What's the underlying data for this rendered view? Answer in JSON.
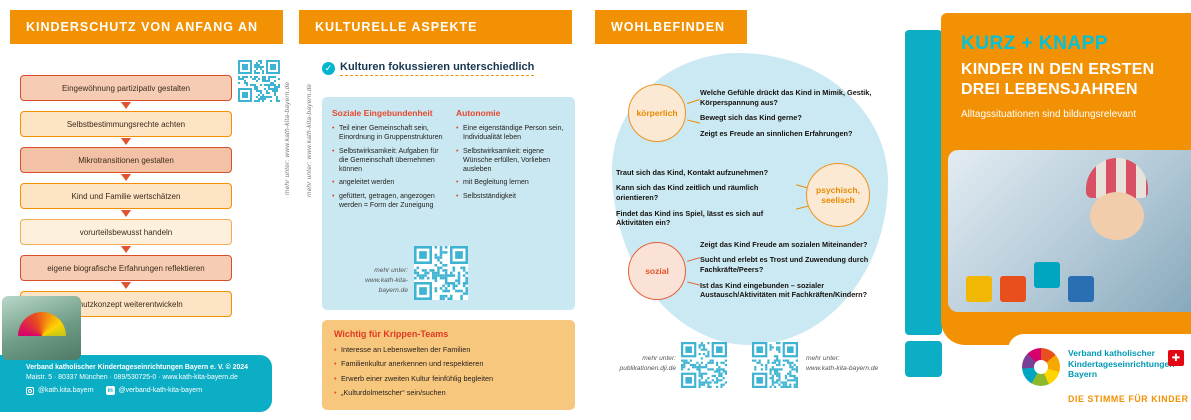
{
  "colors": {
    "orange": "#F29104",
    "teal": "#0BAEC4",
    "light_blue": "#CBE9F3",
    "red_accent": "#E5482C",
    "qr_blue": "#3FB4D2",
    "cover_kicker_teal": "#00C3DA"
  },
  "panel1": {
    "header": "KINDERSCHUTZ VON ANFANG AN",
    "qr_vertical_caption": "mehr unter: www.kath-kita-bayern.de",
    "boxes": [
      "Eingewöhnung partizipativ gestalten",
      "Selbstbestimmungsrechte achten",
      "Mikrotransitionen gestalten",
      "Kind und Familie wertschätzen",
      "vorurteilsbewusst handeln",
      "eigene biografische Erfahrungen reflektieren",
      "Schutzkonzept weiterentwickeln"
    ],
    "footer": {
      "line1": "Verband katholischer Kindertageseinrichtungen Bayern e. V. © 2024",
      "line2": "Maistr. 5 · 80337 München · 089/530725-0 · www.kath-kita-bayern.de",
      "instagram": "@kath.kita.bayern",
      "linkedin": "@verband-kath-kita-bayern"
    }
  },
  "panel2": {
    "header": "KULTURELLE ASPEKTE",
    "vertical_caption": "mehr unter: www.kath-kita-bayern.de",
    "title": "Kulturen fokussieren unterschiedlich",
    "social": {
      "heading": "Soziale Eingebundenheit",
      "items": [
        "Teil einer Gemeinschaft sein, Einordnung in Gruppenstrukturen",
        "Selbstwirksamkeit: Aufgaben für die Gemeinschaft übernehmen können",
        "angeleitet werden",
        "gefüttert, getragen, angezogen werden = Form der Zuneigung"
      ]
    },
    "autonomy": {
      "heading": "Autonomie",
      "items": [
        "Eine eigenständige Person sein, Individualität leben",
        "Selbstwirksamkeit: eigene Wünsche erfüllen, Vorlieben ausleben",
        "mit Begleitung lernen",
        "Selbstständigkeit"
      ]
    },
    "qr_caption_line1": "mehr unter:",
    "qr_caption_line2": "www.kath-kita-bayern.de",
    "teams": {
      "heading": "Wichtig für Krippen-Teams",
      "items": [
        "Interesse an Lebenswelten der Familien",
        "Familienkultur anerkennen und respektieren",
        "Erwerb einer zweiten Kultur feinfühlig begleiten",
        "„Kulturdolmetscher“ sein/suchen"
      ]
    }
  },
  "panel3": {
    "header": "WOHLBEFINDEN",
    "groups": [
      {
        "label": "körperlich",
        "questions": [
          "Welche Gefühle drückt das Kind in Mimik, Gestik, Körperspannung aus?",
          "Bewegt sich das Kind gerne?",
          "Zeigt es Freude an sinnlichen Erfahrungen?"
        ]
      },
      {
        "label": "psychisch, seelisch",
        "questions": [
          "Traut sich das Kind, Kontakt aufzunehmen?",
          "Kann sich das Kind zeitlich und räumlich orientieren?",
          "Findet das Kind ins Spiel, lässt es sich auf Aktivitäten ein?"
        ]
      },
      {
        "label": "sozial",
        "questions": [
          "Zeigt das Kind Freude am sozialen Miteinander?",
          "Sucht und erlebt es Trost und Zuwendung durch Fachkräfte/Peers?",
          "Ist das Kind eingebunden – sozialer Austausch/Aktivitäten mit Fachkräften/Kindern?"
        ]
      }
    ],
    "qr1_caption_line1": "mehr unter:",
    "qr1_caption_line2": "publikationen.dji.de",
    "qr2_caption_line1": "mehr unter:",
    "qr2_caption_line2": "www.kath-kita-bayern.de"
  },
  "cover": {
    "kicker": "KURZ + KNAPP",
    "title": "KINDER IN DEN ERSTEN DREI LEBENSJAHREN",
    "subtitle": "Alltagssituationen sind bildungsrelevant",
    "logo_org": "Verband katholischer Kindertageseinrichtungen Bayern",
    "logo_tagline": "DIE STIMME FÜR KINDER"
  }
}
